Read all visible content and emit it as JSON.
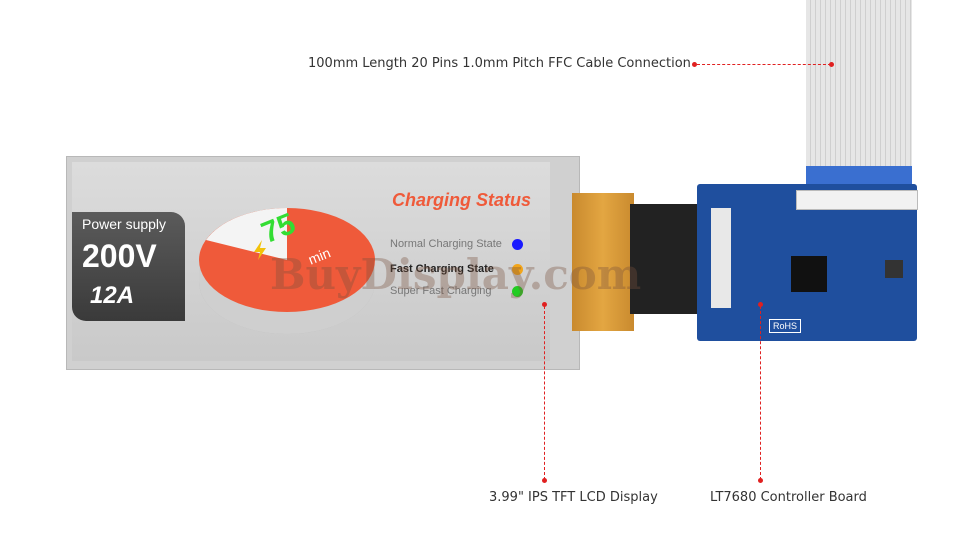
{
  "callouts": {
    "cable": "100mm Length 20 Pins 1.0mm Pitch FFC Cable Connection",
    "display": "3.99\" IPS TFT LCD Display",
    "board": "LT7680 Controller Board"
  },
  "screen": {
    "power_supply_label": "Power supply",
    "voltage": "200V",
    "current": "12A",
    "charging_title": "Charging Status",
    "minutes": "75",
    "minutes_unit": "min",
    "states": [
      {
        "label": "Normal Charging State",
        "color": "#1a1aff"
      },
      {
        "label": "Fast Charging State",
        "color": "#f2a51a"
      },
      {
        "label": "Super Fast Charging",
        "color": "#22cc22"
      }
    ]
  },
  "board": {
    "rohs_label": "RoHS"
  },
  "watermark": "BuyDisplay.com",
  "colors": {
    "accent_red": "#e02020",
    "pie_red": "#ef5a3a",
    "board_blue": "#1f4f9e"
  }
}
